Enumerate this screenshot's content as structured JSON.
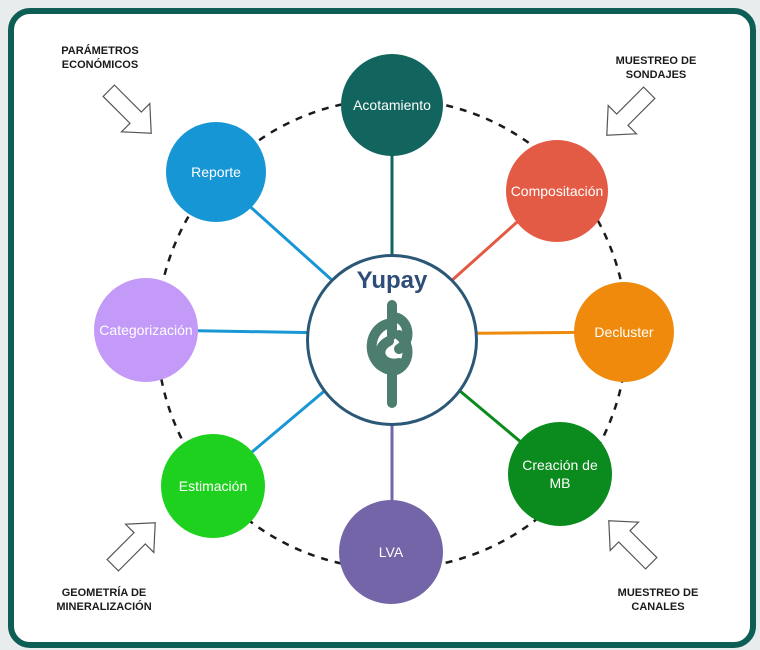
{
  "center": {
    "title": "Yupay",
    "icon": "knot-icon",
    "color": "#4d7d6e"
  },
  "nodes": [
    {
      "id": "acotamiento",
      "label": "Acotamiento",
      "color": "#11655e",
      "line_color": "#11655e"
    },
    {
      "id": "composite",
      "label": "Compositación",
      "color": "#e35b45",
      "line_color": "#e35b45"
    },
    {
      "id": "decluster",
      "label": "Decluster",
      "color": "#ef8a0c",
      "line_color": "#ef8a0c"
    },
    {
      "id": "creacion",
      "label": "Creación de MB",
      "color": "#0b8a1d",
      "line_color": "#0b8a1d"
    },
    {
      "id": "lva",
      "label": "LVA",
      "color": "#7464a8",
      "line_color": "#7464a8"
    },
    {
      "id": "estimacion",
      "label": "Estimación",
      "color": "#1ed11e",
      "line_color": "#1996d4"
    },
    {
      "id": "categorizacion",
      "label": "Categorización",
      "color": "#c49af8",
      "line_color": "#1996d4"
    },
    {
      "id": "reporte",
      "label": "Reporte",
      "color": "#1796d6",
      "line_color": "#1796d6"
    }
  ],
  "inputs": {
    "top_left": "PARÁMETROS\nECONÓMICOS",
    "top_right": "MUESTREO DE\nSONDAJES",
    "bottom_left": "GEOMETRÍA DE\nMINERALIZACIÓN",
    "bottom_right": "MUESTREO DE\nCANALES"
  },
  "colors": {
    "frame": "#0e5e55",
    "center_border": "#2b5877",
    "center_title": "#2e4d78",
    "dashed_ring": "#1a1a1a"
  }
}
